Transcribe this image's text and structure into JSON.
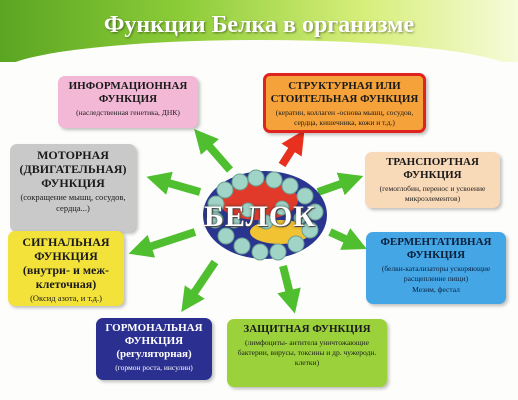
{
  "title": "Функции Белка в организме",
  "center_label": "БЕЛОК",
  "functions": [
    {
      "id": "informational",
      "heading": "ИНФОРМАЦИОННАЯ ФУНКЦИЯ",
      "detail": "(наследственная генетика, ДНК)",
      "color": "#f2b8d6",
      "border": "#f2b8d6"
    },
    {
      "id": "structural",
      "heading": "СТРУКТУРНАЯ ИЛИ СТОИТЕЛЬНАЯ ФУНКЦИЯ",
      "detail": "(кератин, коллаген -основа мышц, сосудов, сердца, кишечника, кожи и т.д.)",
      "color": "#f5a23a",
      "border": "#e0231e"
    },
    {
      "id": "motor",
      "heading": "МОТОРНАЯ (ДВИГАТЕЛЬНАЯ) ФУНКЦИЯ",
      "detail": "(сокращение мышц, сосудов, сердца...)",
      "color": "#c9c9c9",
      "border": "#c9c9c9"
    },
    {
      "id": "transport",
      "heading": "ТРАНСПОРТНАЯ ФУНКЦИЯ",
      "detail": "(гемоглобин, перенос и усвоение микроэлементов)",
      "color": "#f8d9b8",
      "border": "#f8d9b8"
    },
    {
      "id": "signal",
      "heading": "СИГНАЛЬНАЯ ФУНКЦИЯ (внутри- и меж- клеточная)",
      "detail": "(Оксид азота, и т.д.)",
      "color": "#f3e23a",
      "border": "#f3e23a"
    },
    {
      "id": "enzymatic",
      "heading": "ФЕРМЕНТАТИВНАЯ ФУНКЦИЯ",
      "detail": "(белки-катализаторы ускоряющие расщепление пищи)",
      "extra": "Мезим, фестал",
      "color": "#45a6e6",
      "border": "#45a6e6"
    },
    {
      "id": "hormonal",
      "heading": "ГОРМОНАЛЬНАЯ ФУНКЦИЯ (регуляторная)",
      "detail": "(гормон роста, инсулин)",
      "color": "#2b2f8f",
      "border": "#2b2f8f"
    },
    {
      "id": "protective",
      "heading": "ЗАЩИТНАЯ ФУНКЦИЯ",
      "detail": "(лимфоциты- антитела уничтожающие бактерии, вирусы, токсины и др. чужеродн. клетки)",
      "color": "#9bd23c",
      "border": "#9bd23c"
    }
  ],
  "colors": {
    "arrow_green": "#4fbf2f",
    "arrow_red": "#e8301f",
    "banner": "#6db52a"
  }
}
